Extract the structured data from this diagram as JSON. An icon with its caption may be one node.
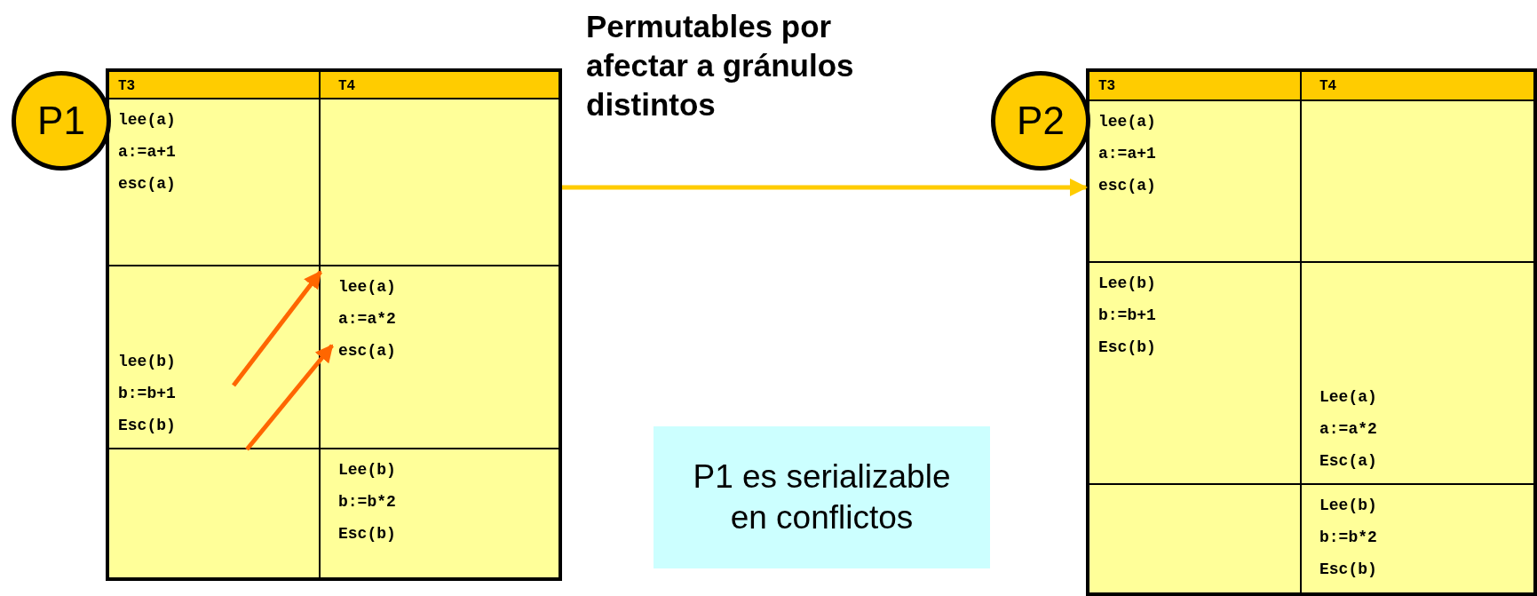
{
  "diagram": {
    "nodes": [
      {
        "text": [
          "P1"
        ]
      },
      {
        "text": [],
        "shape": "box"
      },
      {
        "text": [
          "T3"
        ],
        "in": 1
      },
      {
        "text": [
          "T4"
        ],
        "in": 1
      },
      {
        "text": [
          "lee(a)",
          "a:=a+1",
          "esc(a)"
        ],
        "in": 1
      },
      {
        "text": [],
        "shape": "box",
        "in": 1
      },
      {
        "text": [
          "lee(b)",
          "b:=b+1",
          "Esc(b)"
        ],
        "in": 1
      },
      {
        "text": [
          "lee(a)",
          "a:=a*2",
          "esc(a)"
        ],
        "in": 1
      },
      {
        "text": [],
        "shape": "box",
        "in": 1
      },
      {
        "text": [
          "Lee(b)",
          "b:=b*2",
          "Esc(b)"
        ],
        "in": 1
      },
      {
        "text": [
          "P2"
        ]
      },
      {
        "text": [],
        "shape": "box"
      },
      {
        "text": [
          "T3"
        ],
        "in": 11
      },
      {
        "text": [
          "T4"
        ],
        "in": 11
      },
      {
        "text": [
          "lee(a)",
          "a:=a+1",
          "esc(a)"
        ],
        "in": 11
      },
      {
        "text": [],
        "shape": "box",
        "in": 11
      },
      {
        "text": [
          "Lee(b)",
          "b:=b+1",
          "Esc(b)"
        ],
        "in": 11
      },
      {
        "text": [
          "Lee(a)",
          "a:=a*2",
          "Esc(a)"
        ],
        "in": 11
      },
      {
        "text": [],
        "shape": "box",
        "in": 11
      },
      {
        "text": [
          "Lee(b)",
          "b:=b*2",
          "Esc(b)"
        ],
        "in": 11
      },
      {
        "text": [
          "P1 es serializable en conflictos"
        ]
      }
    ],
    "edges": [
      {
        "from": 6,
        "to": 7,
        "arrow": "to",
        "color": "#ff6600"
      },
      {
        "from": 6,
        "to": 7,
        "arrow": "to",
        "color": "#ff6600"
      },
      {
        "from": 1,
        "to": 11,
        "arrow": "to",
        "label": "Permutables por afectar a gránulos distintos",
        "color": "#ffcc00"
      }
    ]
  }
}
